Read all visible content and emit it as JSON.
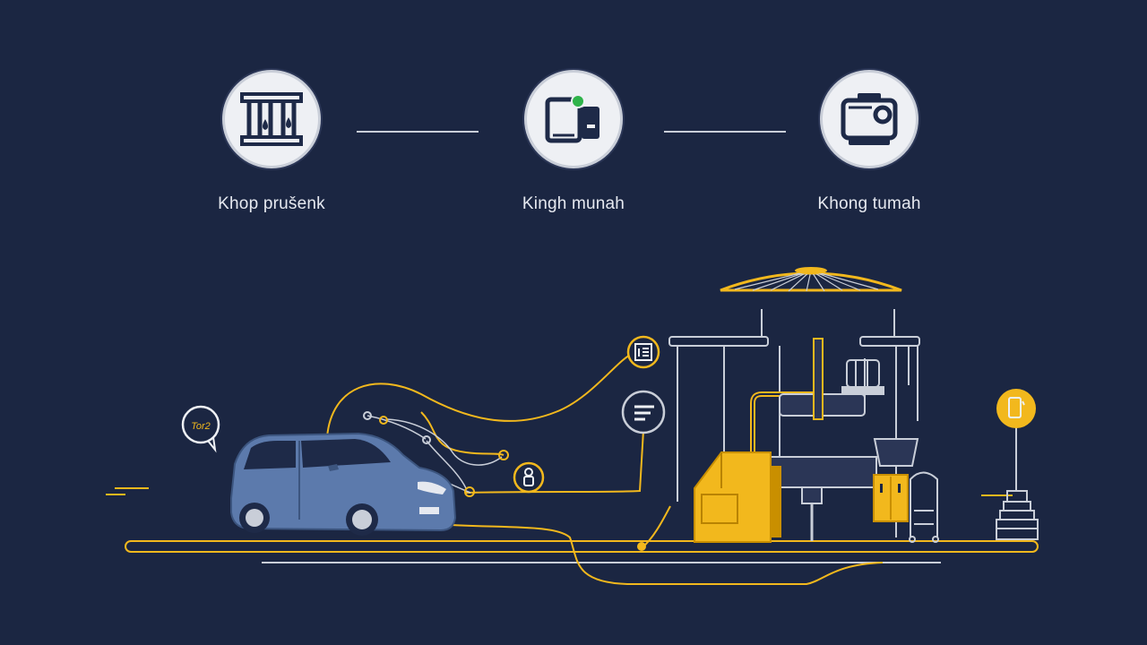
{
  "steps": [
    {
      "label": "Khop prušenk",
      "icon": "columns-icon"
    },
    {
      "label": "Kingh munah",
      "icon": "device-card-icon"
    },
    {
      "label": "Khong tumah",
      "icon": "camera-icon"
    }
  ],
  "badge": {
    "text": "Tor2"
  },
  "colors": {
    "background": "#1b2642",
    "accent": "#f2b81d",
    "line": "#c9ced8",
    "car": "#5c7aac"
  }
}
